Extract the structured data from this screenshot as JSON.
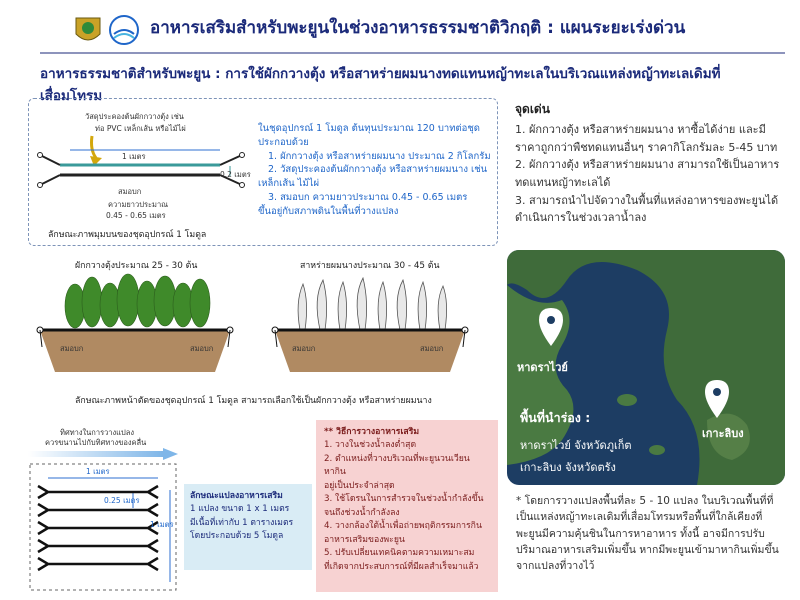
{
  "header": {
    "title": "อาหารเสริมสำหรับพะยูนในช่วงอาหารธรรมชาติวิกฤติ : แผนระยะเร่งด่วน",
    "subtitle": "อาหารธรรมชาติสำหรับพะยูน : การใช้ผักกวางตุ้ง หรือสาหร่ายผมนางทดแทนหญ้าทะเลในบริเวณแหล่งหญ้าทะเลเดิมที่เสื่อมโทรม"
  },
  "device": {
    "material_label_1": "วัสดุประคองต้นผักกวางตุ้ง เช่น",
    "material_label_2": "ท่อ PVC เหล็กเส้น หรือไม้ไผ่",
    "length_label": "1 เมตร",
    "width_label": "0.2 เมตร",
    "anchor_label": "สมอบก",
    "anchor_len_1": "ความยาวประมาณ",
    "anchor_len_2": "0.45 - 0.65 เมตร",
    "caption": "ลักษณะภาพมุมบนของชุดอุปกรณ์ 1 โมดูล",
    "info_lines": [
      "ในชุดอุปกรณ์ 1 โมดูล ต้นทุนประมาณ 120 บาทต่อชุด",
      "ประกอบด้วย",
      "1. ผักกวางตุ้ง หรือสาหร่ายผมนาง ประมาณ 2 กิโลกรัม",
      "2. วัสดุประคองต้นผักกวางตุ้ง หรือสาหร่ายผมนาง เช่น",
      "เหล็กเส้น ไม้ไผ่",
      "3. สมอบก ความยาวประมาณ 0.45 - 0.65 เมตร",
      "ขึ้นอยู่กับสภาพดินในพื้นที่วางแปลง"
    ]
  },
  "cross_section": {
    "left_title": "ผักกวางตุ้งประมาณ 25 - 30 ต้น",
    "right_title": "สาหร่ายผมนางประมาณ 30 - 45 ต้น",
    "anchor_label": "สมอบก",
    "caption": "ลักษณะภาพหน้าตัดของชุดอุปกรณ์ 1 โมดูล สามารถเลือกใช้เป็นผักกวางตุ้ง หรือสาหร่ายผมนาง"
  },
  "plot": {
    "current_1": "ทิศทางในการวางแปลง",
    "current_2": "ควรขนานไปกับทิศทางของคลื่น",
    "length_label": "1 เมตร",
    "gap_label": "0.25 เมตร",
    "width_label": "1 เมตร",
    "box_title": "ลักษณะแปลงอาหารเสริม",
    "box_lines": [
      "1 แปลง ขนาด 1 x 1 เมตร",
      "มีเนื้อที่เท่ากับ 1 ตารางเมตร",
      "โดยประกอบด้วย 5 โมดูล"
    ]
  },
  "install": {
    "title": "** วิธีการวางอาหารเสริม",
    "lines": [
      "1. วางในช่วงน้ำลงต่ำสุด",
      "2. ตำแหน่งที่วางบริเวณที่พะยูนวนเวียนหากิน",
      "อยู่เป็นประจำล่าสุด",
      "3. ใช้โดรนในการสำรวจในช่วงน้ำกำลังขึ้น",
      "จนถึงช่วงน้ำกำลังลง",
      "4. วางกล้องใต้น้ำเพื่อถ่ายพฤติกรรมการกิน",
      "อาหารเสริมของพะยูน",
      "5. ปรับเปลี่ยนเทคนิคตามความเหมาะสม",
      "ที่เกิดจากประสบการณ์ที่มีผลสำเร็จมาแล้ว"
    ]
  },
  "highlights": {
    "title": "จุดเด่น",
    "items": [
      "1. ผักกวางตุ้ง หรือสาหร่ายผมนาง หาซื้อได้ง่าย และมีราคาถูกกว่าพืชทดแทนอื่นๆ ราคากิโลกรัมละ 5-45 บาท",
      "2. ผักกวางตุ้ง หรือสาหร่ายผมนาง สามารถใช้เป็นอาหารทดแทนหญ้าทะเลได้",
      "3. สามารถนำไปจัดวางในพื้นที่แหล่งอาหารของพะยูนได้ดำเนินการในช่วงเวลาน้ำลง"
    ]
  },
  "map": {
    "place_1": "หาดราไวย์",
    "place_2": "เกาะลิบง",
    "pilot_title": "พื้นที่นำร่อง :",
    "pilot_1": "หาดราไวย์ จังหวัดภูเก็ต",
    "pilot_2": "เกาะลิบง จังหวัดตรัง"
  },
  "note": "* โดยการวางแปลงพื้นที่ละ 5 - 10 แปลง ในบริเวณพื้นที่ที่เป็นแหล่งหญ้าทะเลเดิมที่เสื่อมโทรมหรือพื้นที่ใกล้เคียงที่พะยูนมีความคุ้นชินในการหาอาหาร ทั้งนี้ อาจมีการปรับปริมาณอาหารเสริมเพิ่มขึ้น หากมีพะยูนเข้ามาหากินเพิ่มขึ้นจากแปลงที่วางไว้",
  "colors": {
    "title": "#1b2a7a",
    "info": "#1f66c9",
    "install_bg": "#f7d2d2",
    "plot_bg": "#d9ecf5"
  }
}
